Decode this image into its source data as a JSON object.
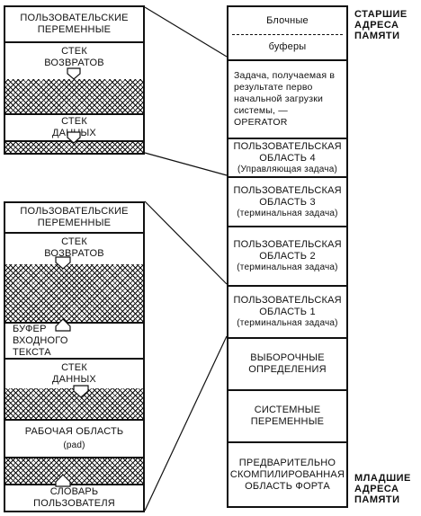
{
  "top_stack": {
    "user_vars": "ПОЛЬЗОВАТЕЛЬСКИЕ ПЕРЕМЕННЫЕ",
    "return_stack": "СТЕК ВОЗВРАТОВ",
    "data_stack": "СТЕК ДАННЫХ"
  },
  "bottom_stack": {
    "user_vars": "ПОЛЬЗОВАТЕЛЬСКИЕ ПЕРЕМЕННЫЕ",
    "return_stack": "СТЕК ВОЗВРАТОВ",
    "input_buffer": "БУФЕР ВХОДНОГО ТЕКСТА",
    "data_stack": "СТЕК ДАННЫХ",
    "pad_line1": "РАБОЧАЯ ОБЛАСТЬ",
    "pad_line2": "(pad)",
    "dictionary": "СЛОВАРЬ ПОЛЬЗОВАТЕЛЯ"
  },
  "memory_map": {
    "block_line1": "Блочные",
    "block_line2": "буферы",
    "operator_task": "Задача, получаемая в результате перво начальной загрузки системы, — OPERATOR",
    "area4_title": "ПОЛЬЗОВАТЕЛЬСКАЯ ОБЛАСТЬ 4",
    "area4_sub": "(Управляющая задача)",
    "area3_title": "ПОЛЬЗОВАТЕЛЬСКАЯ ОБЛАСТЬ 3",
    "area3_sub": "(терминальная задача)",
    "area2_title": "ПОЛЬЗОВАТЕЛЬСКАЯ ОБЛАСТЬ 2",
    "area2_sub": "(терминальная задача)",
    "area1_title": "ПОЛЬЗОВАТЕЛЬСКАЯ ОБЛАСТЬ 1",
    "area1_sub": "(терминальная задача)",
    "selective_defs": "ВЫБОРОЧНЫЕ ОПРЕДЕЛЕНИЯ",
    "system_vars": "СИСТЕМНЫЕ ПЕРЕМЕННЫЕ",
    "precompiled": "ПРЕДВАРИТЕЛЬНО СКОМПИЛИРОВАННАЯ ОБЛАСТЬ ФОРТА"
  },
  "labels": {
    "high_addresses": "СТАРШИЕ АДРЕСА ПАМЯТИ",
    "low_addresses": "МЛАДШИЕ АДРЕСА ПАМЯТИ"
  }
}
